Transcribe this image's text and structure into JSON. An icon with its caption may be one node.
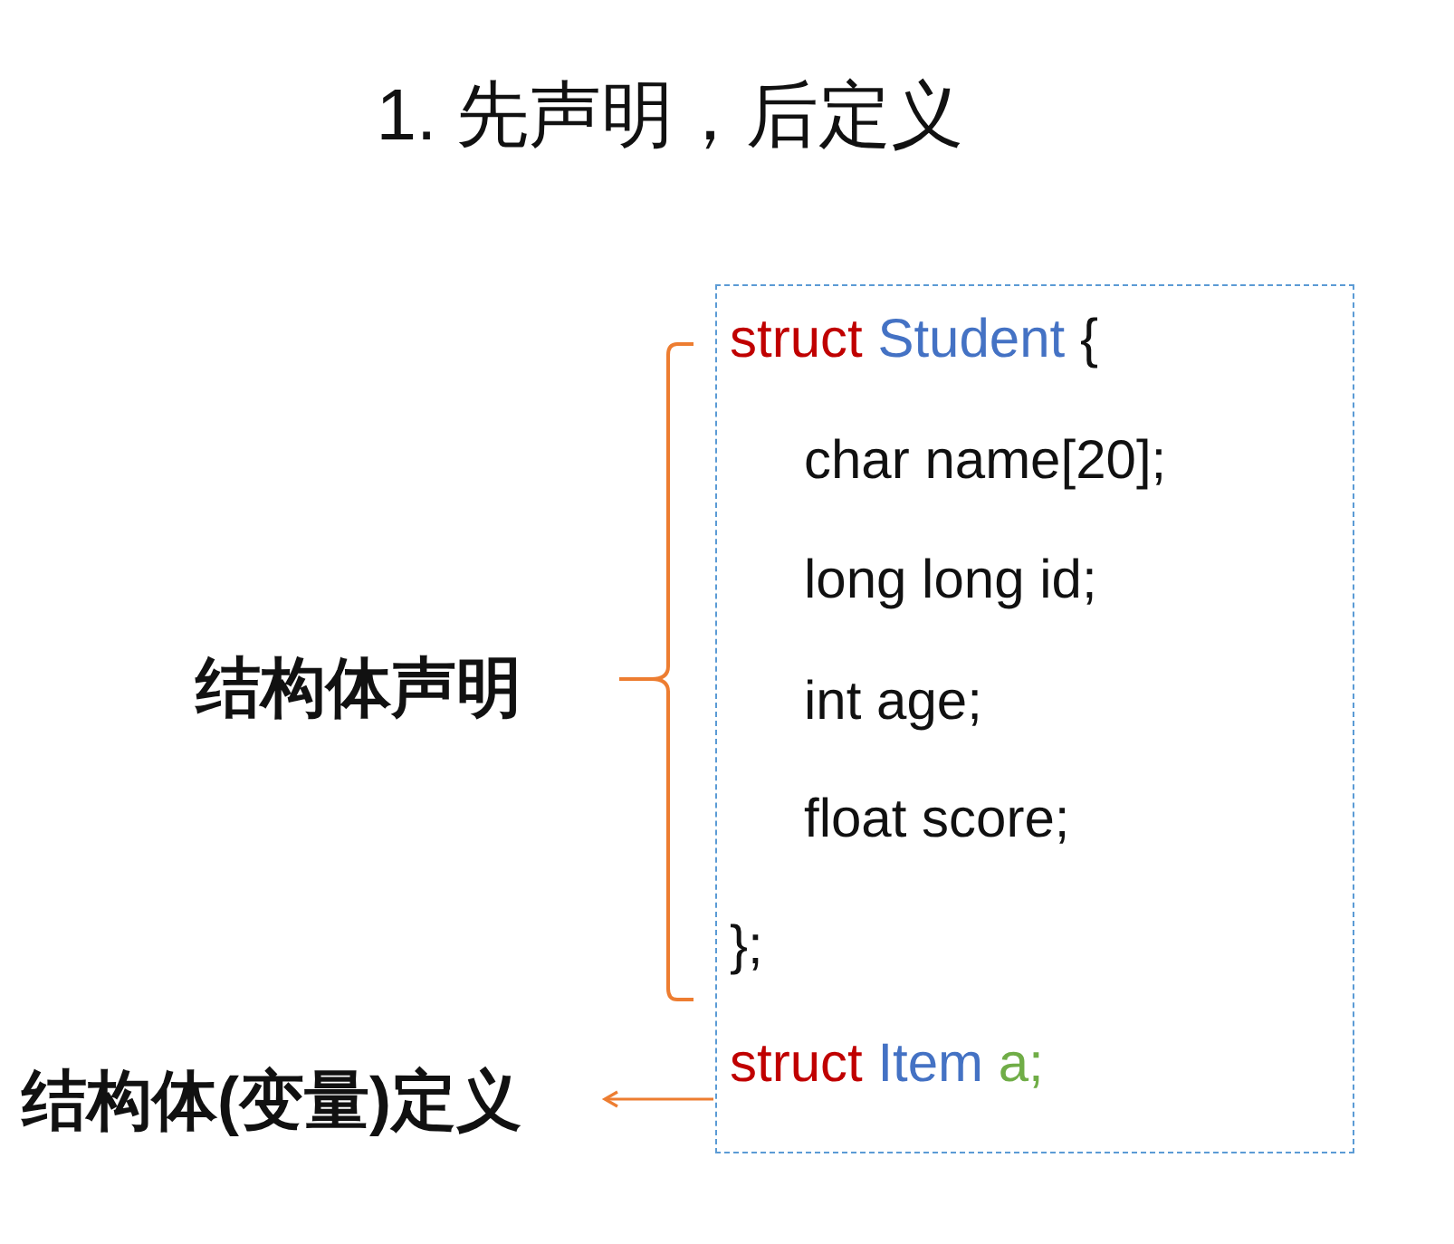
{
  "diagram": {
    "title": "1. 先声明，后定义",
    "nodes": [
      {
        "text": [
          "struct Student {",
          "char name[20];",
          "long long id;",
          "int age;",
          "float score;",
          "};",
          "struct Item a;"
        ]
      },
      {
        "text": [
          "结构体(变量)定义"
        ]
      }
    ],
    "edges": [
      {
        "from": 0,
        "to": 1,
        "arrow": "to"
      }
    ],
    "labels": [
      "结构体声明"
    ]
  }
}
